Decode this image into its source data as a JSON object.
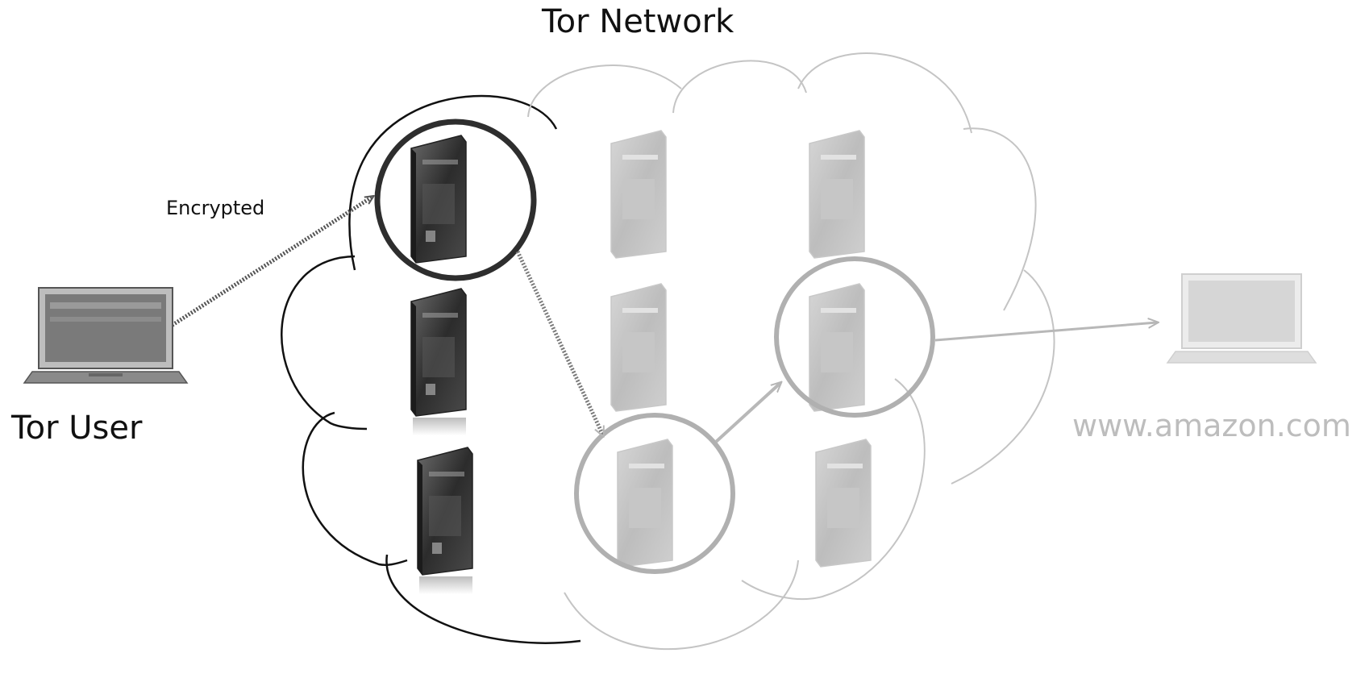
{
  "title": "Tor Network",
  "client_label": "Tor User",
  "edge_label": "Encrypted",
  "destination_label": "www.amazon.com",
  "colors": {
    "dark": "#2a2a2a",
    "mid": "#8a8a8a",
    "light": "#b8b8b8",
    "background": "#ffffff"
  },
  "icons": {
    "client": "laptop-icon",
    "relay": "server-tower-icon",
    "destination": "laptop-icon"
  },
  "relays": {
    "columns": 3,
    "rows": 3,
    "active_relays": [
      "column-1-row-1",
      "column-2-row-3",
      "column-3-row-2"
    ]
  }
}
